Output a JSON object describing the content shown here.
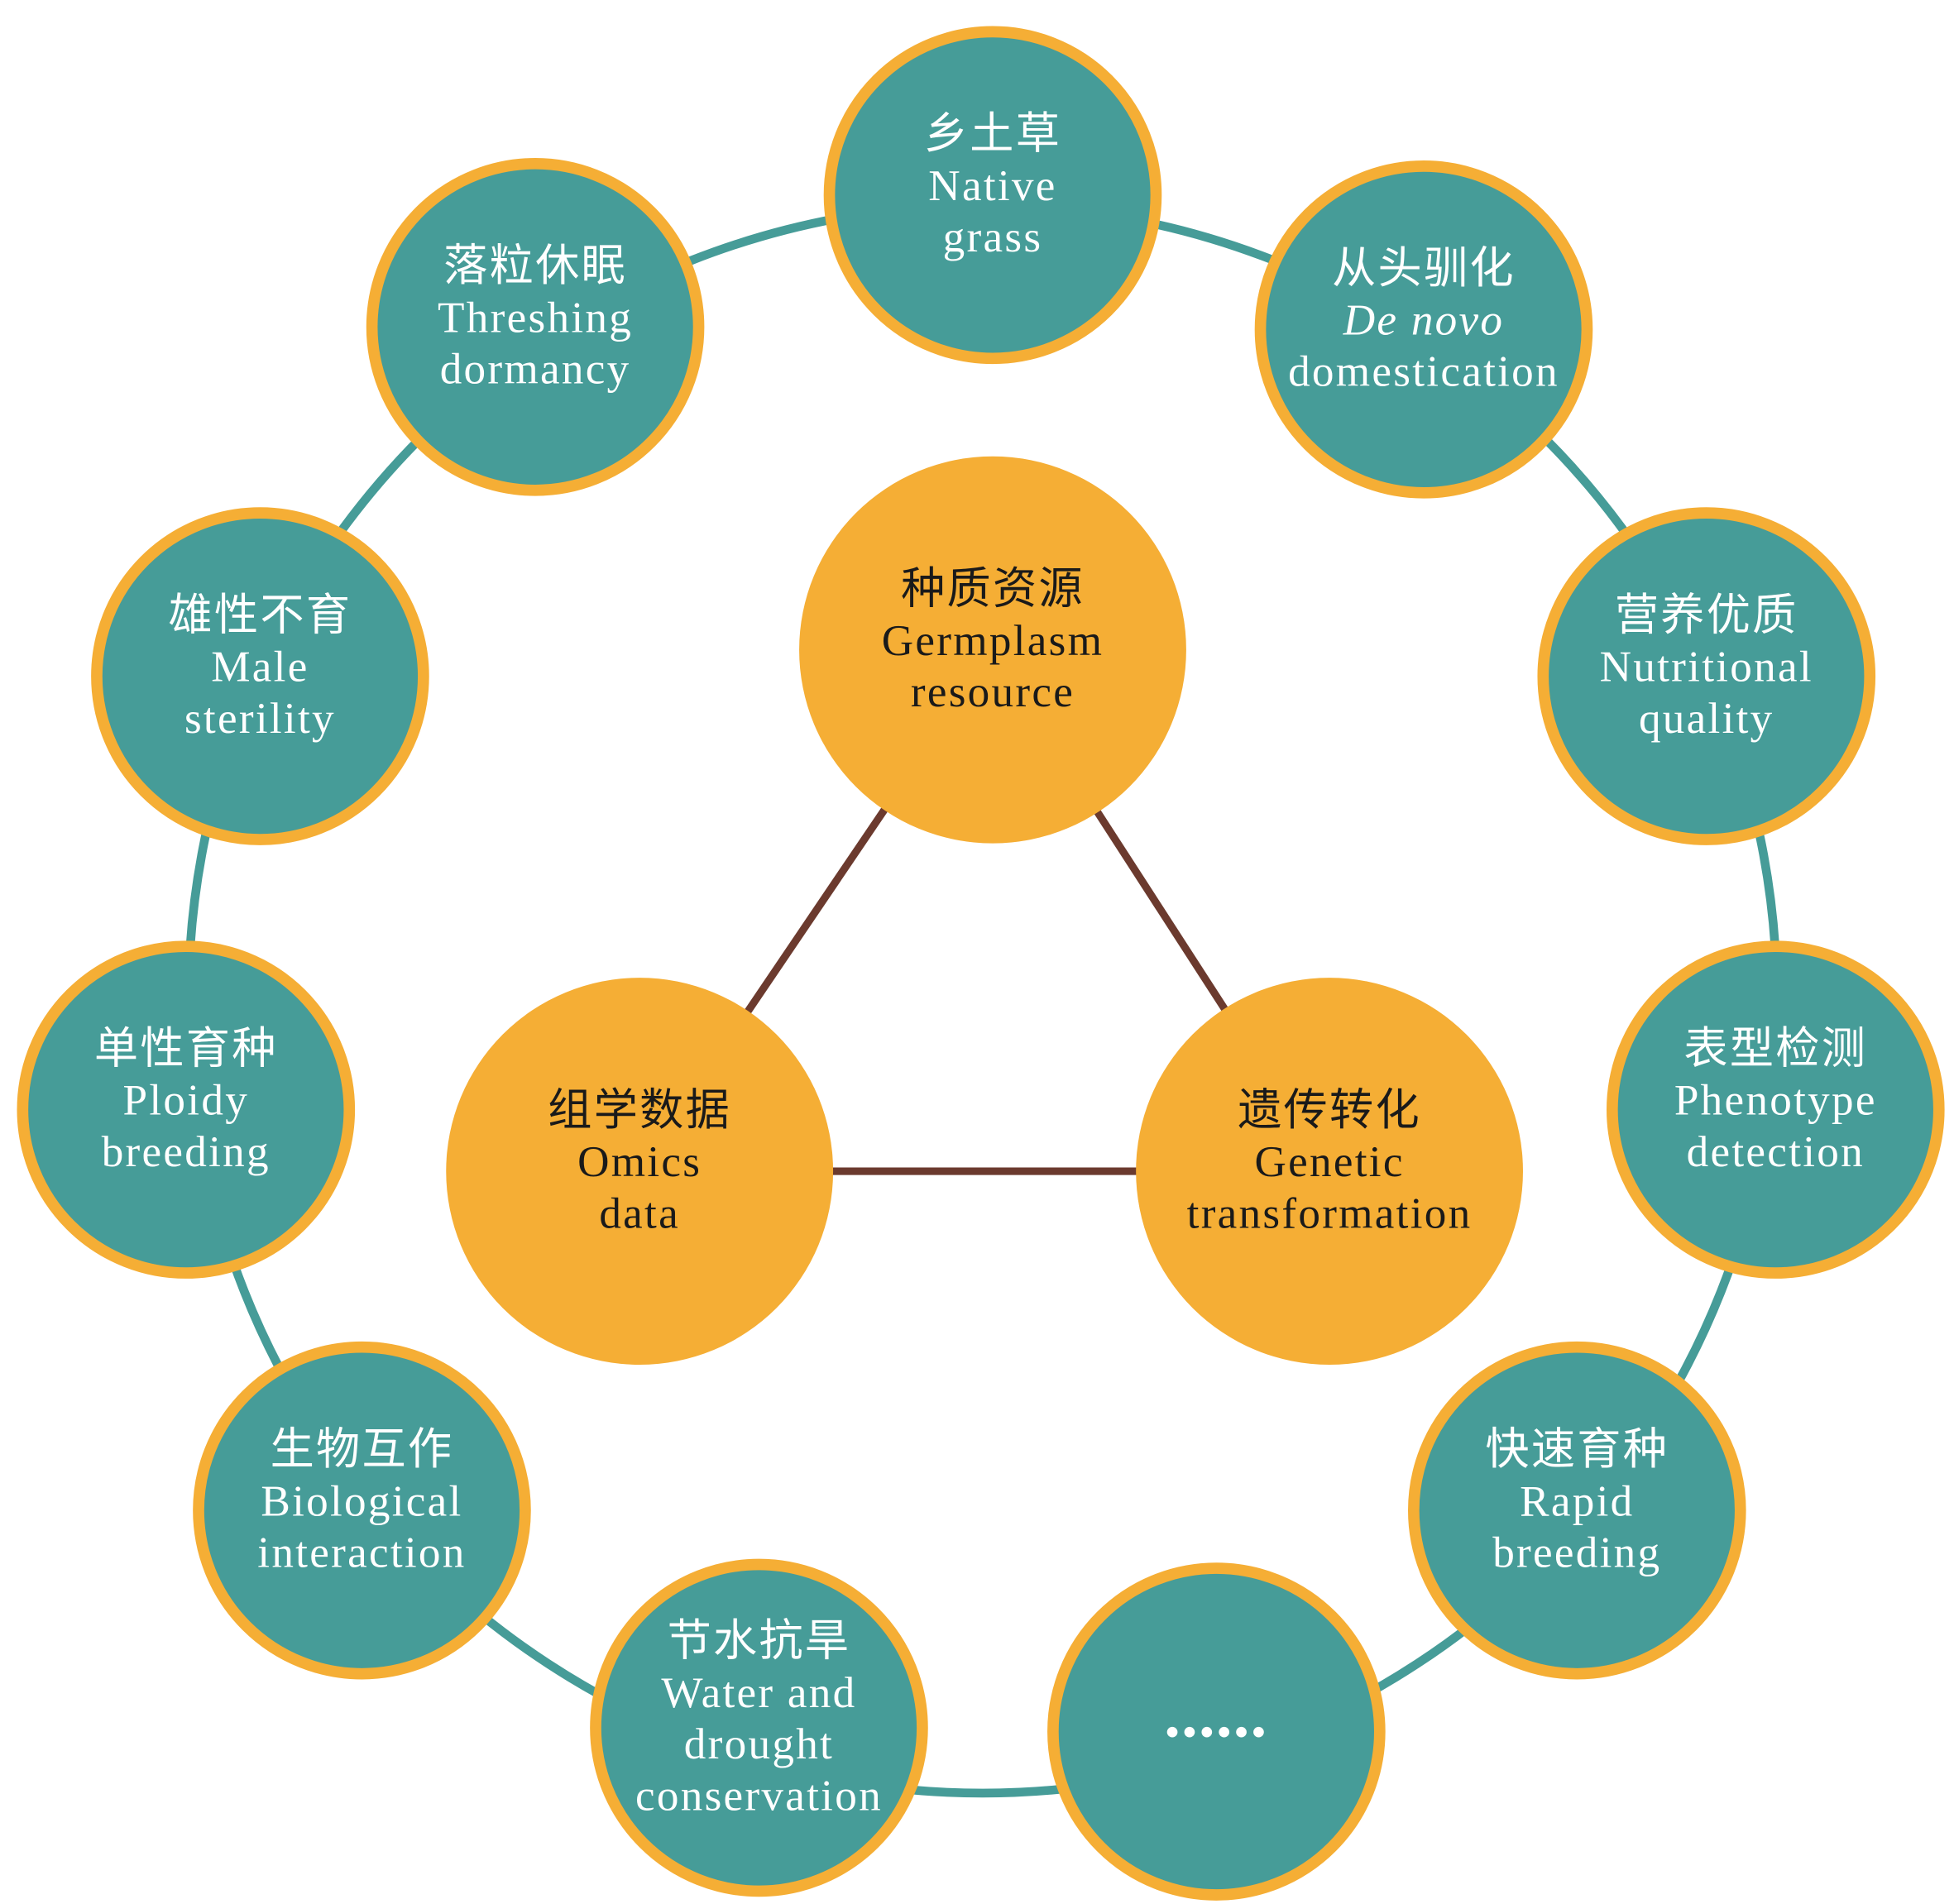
{
  "colors": {
    "teal": "#469c98",
    "orange": "#f5ae35",
    "ring": "#469c98",
    "link": "#6b3a2e",
    "text_outer": "#ffffff",
    "text_inner": "#1a1a1a"
  },
  "center": [
    {
      "id": "germplasm",
      "lines": [
        "种质资源",
        "Germplasm",
        "resource"
      ]
    },
    {
      "id": "omics",
      "lines": [
        "组学数据",
        "Omics",
        "data"
      ]
    },
    {
      "id": "genetic",
      "lines": [
        "遗传转化",
        "Genetic",
        "transformation"
      ]
    }
  ],
  "outer": [
    {
      "id": "native-grass",
      "lines": [
        "乡土草",
        "Native",
        "grass"
      ]
    },
    {
      "id": "de-novo",
      "lines": [
        "从头驯化",
        "De novo",
        "domestication"
      ],
      "italic_line": 1
    },
    {
      "id": "nutritional",
      "lines": [
        "营养优质",
        "Nutritional",
        "quality"
      ]
    },
    {
      "id": "phenotype",
      "lines": [
        "表型检测",
        "Phenotype",
        "detection"
      ]
    },
    {
      "id": "rapid",
      "lines": [
        "快速育种",
        "Rapid",
        "breeding"
      ]
    },
    {
      "id": "more",
      "lines": [
        "••••••"
      ]
    },
    {
      "id": "water",
      "lines": [
        "节水抗旱",
        "Water and",
        "drought",
        "conservation"
      ]
    },
    {
      "id": "biological",
      "lines": [
        "生物互作",
        "Biological",
        "interaction"
      ]
    },
    {
      "id": "ploidy",
      "lines": [
        "单性育种",
        "Ploidy",
        "breeding"
      ]
    },
    {
      "id": "male",
      "lines": [
        "雄性不育",
        "Male",
        "sterility"
      ]
    },
    {
      "id": "threshing",
      "lines": [
        "落粒休眠",
        "Threshing",
        "dormancy"
      ]
    }
  ]
}
